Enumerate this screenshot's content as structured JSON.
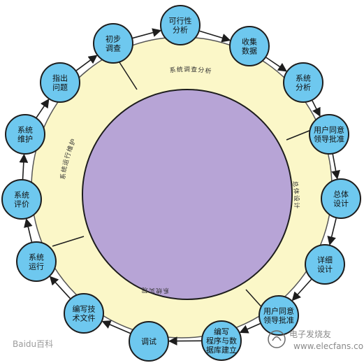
{
  "colors": {
    "ring_fill": "#fbf7c8",
    "ring_stroke": "#555555",
    "center_fill": "#b7a4d6",
    "node_fill": "#6ec8ef",
    "node_stroke": "#1d1d1d",
    "arrow": "#1d1d1d"
  },
  "nodes": [
    {
      "id": "feasibility",
      "label": [
        "可行性",
        "分析"
      ]
    },
    {
      "id": "collect",
      "label": [
        "收集",
        "数据"
      ]
    },
    {
      "id": "sys-analysis",
      "label": [
        "系统",
        "分析"
      ]
    },
    {
      "id": "approve1",
      "label": [
        "用户同意",
        "领导批准"
      ]
    },
    {
      "id": "overall",
      "label": [
        "总体",
        "设计"
      ]
    },
    {
      "id": "detail",
      "label": [
        "详细",
        "设计"
      ]
    },
    {
      "id": "approve2",
      "label": [
        "用户同意",
        "领导批准"
      ]
    },
    {
      "id": "coding",
      "label": [
        "编写",
        "程序与数",
        "据库建立"
      ]
    },
    {
      "id": "debug",
      "label": [
        "调试"
      ]
    },
    {
      "id": "docs",
      "label": [
        "编写技",
        "术文件"
      ]
    },
    {
      "id": "run",
      "label": [
        "系统",
        "运行"
      ]
    },
    {
      "id": "evaluate",
      "label": [
        "系统",
        "评价"
      ]
    },
    {
      "id": "maintain",
      "label": [
        "系统",
        "维护"
      ]
    },
    {
      "id": "problem",
      "label": [
        "指出",
        "问题"
      ]
    },
    {
      "id": "survey",
      "label": [
        "初步",
        "调查"
      ]
    }
  ],
  "phases": [
    {
      "id": "analysis-phase",
      "label": "系统调查分析"
    },
    {
      "id": "design-phase",
      "label": "总体设计"
    },
    {
      "id": "impl-phase",
      "label": "系统实现"
    },
    {
      "id": "ops-phase",
      "label": "系统运行维护"
    }
  ],
  "watermarks": {
    "baidu": "Baidu百科",
    "site": "电子发烧友",
    "url": "www.elecfans.com"
  }
}
